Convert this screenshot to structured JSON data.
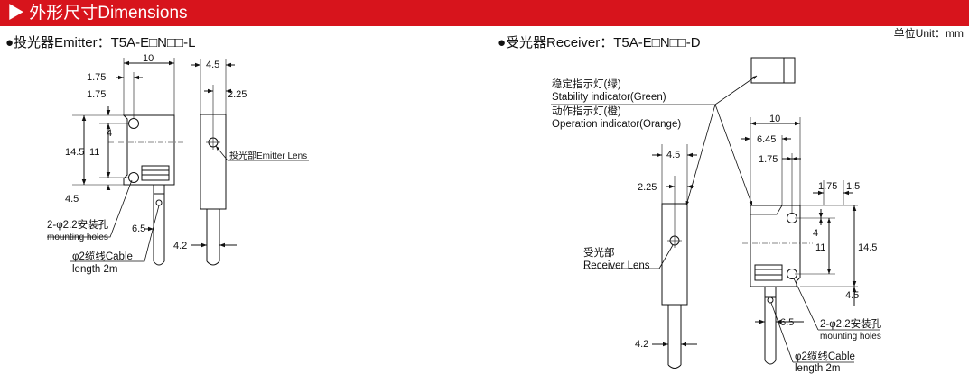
{
  "header": {
    "title": "▶ 外形尺寸Dimensions",
    "unit": "单位Unit：mm"
  },
  "emitter": {
    "heading": "●投光器Emitter：T5A-E□N□□-L",
    "dims": {
      "width": "10",
      "left_offset": "1.75",
      "top_offset": "1.75",
      "height": "14.5",
      "hole_pitch": "11",
      "hole_inset": "4",
      "bottom_offset": "4.5",
      "side_width": "4.5",
      "side_offset": "2.25",
      "cable_offset": "6.5",
      "cable_dia": "4.2"
    },
    "lens_label": "投光部Emitter Lens",
    "holes_label_cn": "2-φ2.2安装孔",
    "holes_label_en": "mounting holes",
    "cable_label_cn": "φ2缆线Cable",
    "cable_label_en": "length 2m"
  },
  "receiver": {
    "heading": "●受光器Receiver：T5A-E□N□□-D",
    "indicator_stability_cn": "稳定指示灯(绿)",
    "indicator_stability_en": "Stability indicator(Green)",
    "indicator_operation_cn": "动作指示灯(橙)",
    "indicator_operation_en": "Operation indicator(Orange)",
    "dims": {
      "width": "10",
      "left_offset": "6.45",
      "inner_offset": "1.75",
      "right_offset_a": "1.75",
      "right_offset_b": "1.5",
      "hole_inset": "4",
      "hole_pitch": "11",
      "height": "14.5",
      "bottom_offset": "4.5",
      "side_width": "4.5",
      "side_offset": "2.25",
      "cable_offset": "6.5",
      "cable_dia": "4.2"
    },
    "lens_label_cn": "受光部",
    "lens_label_en": "Receiver Lens",
    "holes_label_cn": "2-φ2.2安装孔",
    "holes_label_en": "mounting holes",
    "cable_label_cn": "φ2缆线Cable",
    "cable_label_en": "length 2m"
  }
}
